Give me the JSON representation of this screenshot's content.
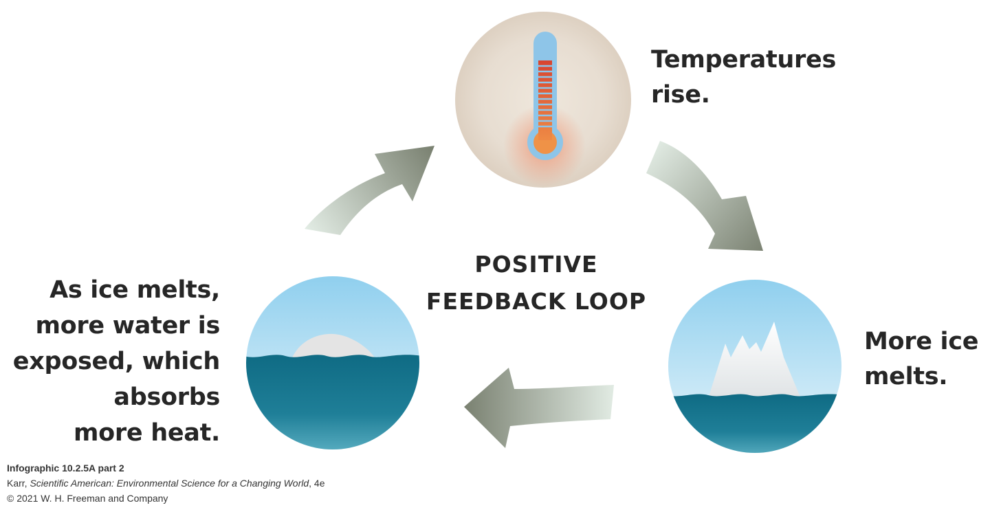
{
  "diagram": {
    "center_title": [
      "POSITIVE",
      "FEEDBACK LOOP"
    ],
    "steps": [
      {
        "id": "temperature",
        "lines": [
          "Temperatures",
          "rise."
        ],
        "icon": "thermometer-icon"
      },
      {
        "id": "ice-melts",
        "lines": [
          "More ice",
          "melts."
        ],
        "icon": "iceberg-icon"
      },
      {
        "id": "water-exposed",
        "lines": [
          "As ice melts,",
          "more water is",
          "exposed, which",
          "absorbs",
          "more heat."
        ],
        "icon": "melting-ice-icon"
      }
    ],
    "flow": [
      "temperature -> ice-melts",
      "ice-melts -> water-exposed",
      "water-exposed -> temperature"
    ]
  },
  "credit": {
    "title": "Infographic 10.2.5A part 2",
    "author": "Karr, ",
    "book": "Scientific American: Environmental Science for a Changing World",
    "edition": ", 4e",
    "copyright": "© 2021 W. H. Freeman and Company"
  },
  "colors": {
    "text": "#262626",
    "arrow_dark": "#7e8474",
    "arrow_light": "#e1ebe3",
    "sky_top": "#8fcfee",
    "sky_bottom": "#e9f6fb",
    "water_top": "#16748c",
    "water_bottom": "#49a3b7",
    "ice": "#f4f4f4",
    "thermo_tube": "#8ec5e8",
    "thermo_fill": "#e0593a",
    "thermo_bulb": "#ef9247",
    "disc_warm": "#e6dccf"
  }
}
